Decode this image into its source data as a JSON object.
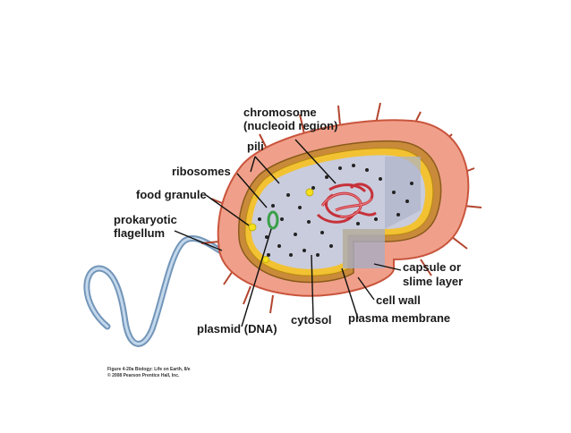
{
  "labels": {
    "chromosome": "chromosome",
    "nucleoid": "(nucleoid region)",
    "pili": "pili",
    "ribosomes": "ribosomes",
    "food_granule": "food granule",
    "prokaryotic": "prokaryotic",
    "flagellum": "flagellum",
    "capsule": "capsule or",
    "slime_layer": "slime layer",
    "cell_wall": "cell wall",
    "plasma_membrane": "plasma membrane",
    "cytosol": "cytosol",
    "plasmid": "plasmid (DNA)"
  },
  "caption": {
    "line1": "Figure 4-20a  Biology: Life on Earth, 8/e",
    "line2": "© 2008 Pearson Prentice Hall, Inc."
  },
  "colors": {
    "capsule": "#f0a08a",
    "capsule_dark": "#d9684f",
    "cell_wall": "#c98a3a",
    "membrane": "#f2c233",
    "cytosol": "#c9ccdc",
    "chromosome": "#c6313a",
    "plasmid": "#3aa04a",
    "flagellum": "#8fb3d6",
    "granule": "#f4e01c"
  }
}
